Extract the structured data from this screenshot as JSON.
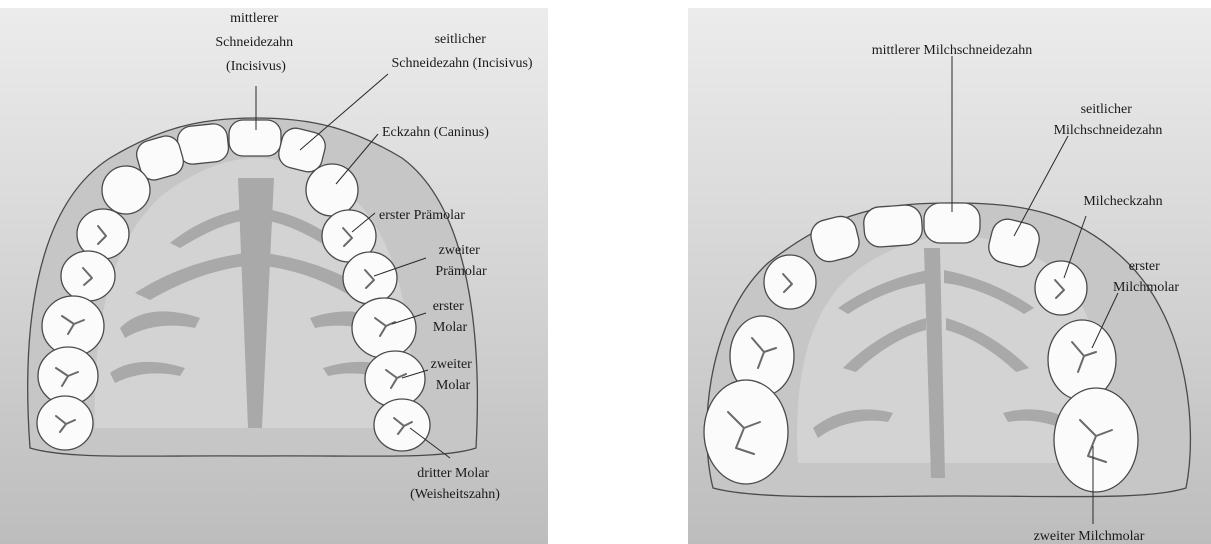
{
  "left_diagram": {
    "labels": {
      "central_incisor": [
        "mittlerer",
        "Schneidezahn",
        "(Incisivus)"
      ],
      "lateral_incisor": [
        "seitlicher",
        "Schneidezahn (Incisivus)"
      ],
      "canine": [
        "Eckzahn (Caninus)"
      ],
      "first_premolar": [
        "erster Prämolar"
      ],
      "second_premolar": [
        "zweiter",
        "Prämolar"
      ],
      "first_molar": [
        "erster",
        "Molar"
      ],
      "second_molar": [
        "zweiter",
        "Molar"
      ],
      "third_molar": [
        "dritter Molar",
        "(Weisheitszahn)"
      ]
    }
  },
  "right_diagram": {
    "labels": {
      "central_incisor": [
        "mittlerer Milchschneidezahn"
      ],
      "lateral_incisor": [
        "seitlicher",
        "Milchschneidezahn"
      ],
      "canine": [
        "Milcheckzahn"
      ],
      "first_molar": [
        "erster",
        "Milchmolar"
      ],
      "second_molar": [
        "zweiter Milchmolar"
      ]
    }
  },
  "colors": {
    "background_top": "#ececec",
    "background_bottom": "#bdbdbd",
    "tooth_fill": "#fbfbfb",
    "jaw_fill": "#c6c6c6",
    "palate_fold": "#a9a9a9"
  }
}
